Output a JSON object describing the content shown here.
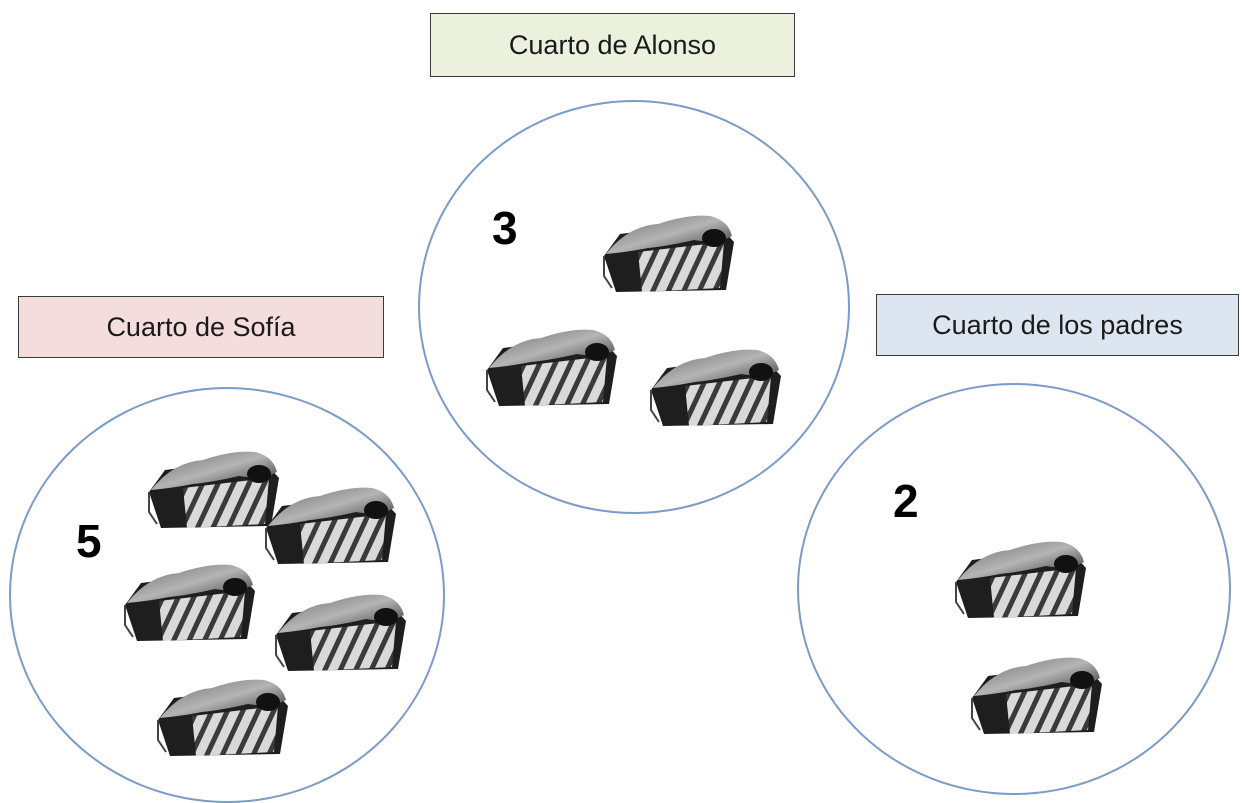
{
  "rooms": {
    "alonso": {
      "label": "Cuarto de Alonso",
      "count": "3",
      "color": "#ecf1de"
    },
    "sofia": {
      "label": "Cuarto de Sofía",
      "count": "5",
      "color": "#f3dedd"
    },
    "padres": {
      "label": "Cuarto de los padres",
      "count": "2",
      "color": "#dde6f0"
    }
  },
  "item_icon": "folded-blanket-icon",
  "circle_color": "#7b9bc8"
}
